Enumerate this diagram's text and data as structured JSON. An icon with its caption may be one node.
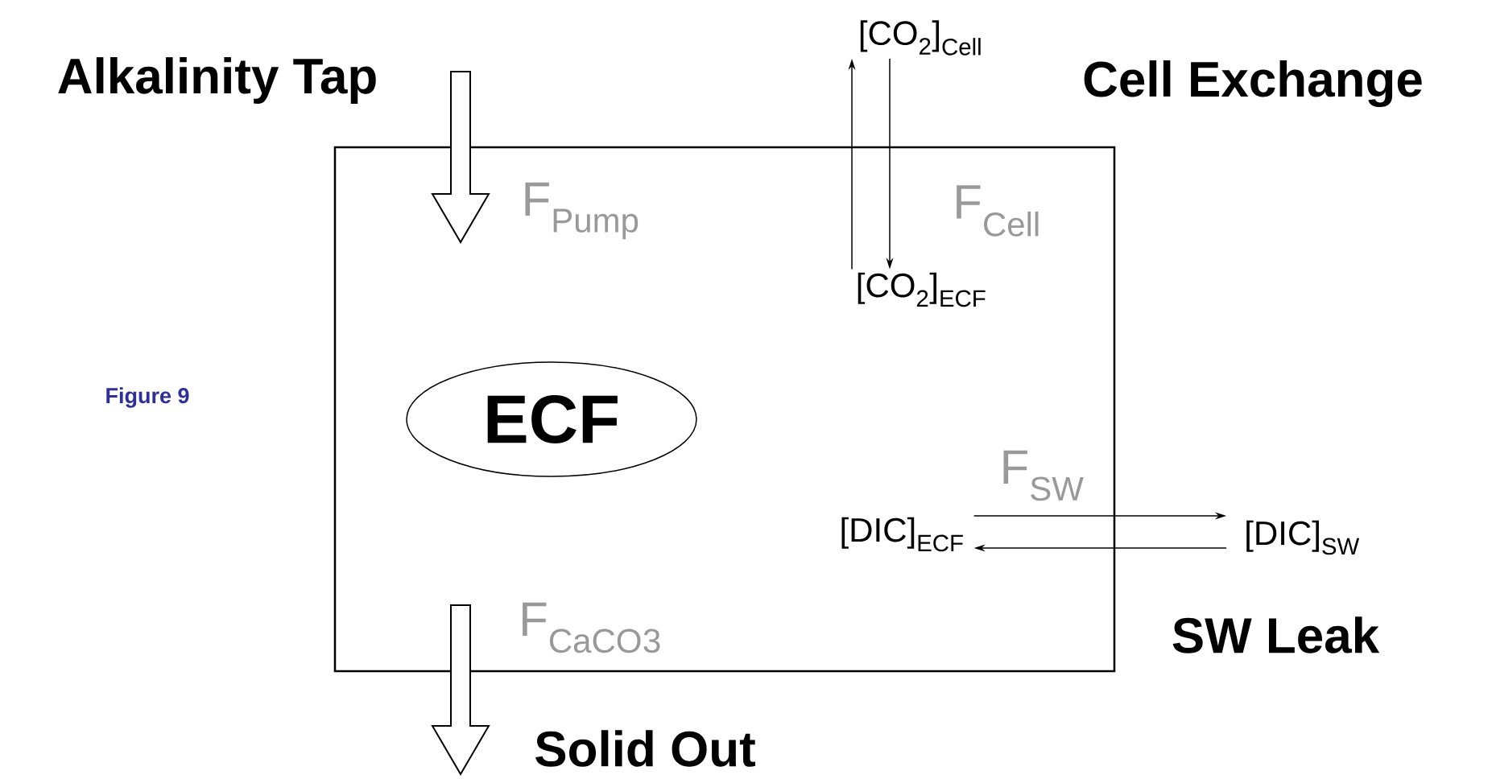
{
  "diagram": {
    "nodes": [
      {
        "text": [],
        "shape": "box"
      },
      {
        "text": [
          "ECF"
        ],
        "in": 0
      },
      {
        "text": [
          "[CO$_{2}$]$_{Cell}$"
        ]
      },
      {
        "text": [
          "[CO$_{2}$]$_{ECF}$"
        ],
        "in": 0
      },
      {
        "text": [
          "[DIC]$_{ECF}$"
        ],
        "in": 0
      },
      {
        "text": [
          "[DIC]$_{SW}$"
        ]
      }
    ],
    "edges": [
      {
        "from": 3,
        "to": 2,
        "arrow": "to"
      },
      {
        "from": 2,
        "to": 3,
        "arrow": "to",
        "label": "F$_{Cell}$"
      },
      {
        "from": 4,
        "to": 5,
        "arrow": "to",
        "label": "F$_{SW}$"
      },
      {
        "from": 5,
        "to": 4,
        "arrow": "to"
      }
    ],
    "labels": [
      "Alkalinity Tap",
      "Cell Exchange",
      "F$_{Pump}$",
      "Figure 9",
      "F$_{CaCO}$$_{3}$",
      "SW Leak",
      "Solid Out"
    ]
  }
}
